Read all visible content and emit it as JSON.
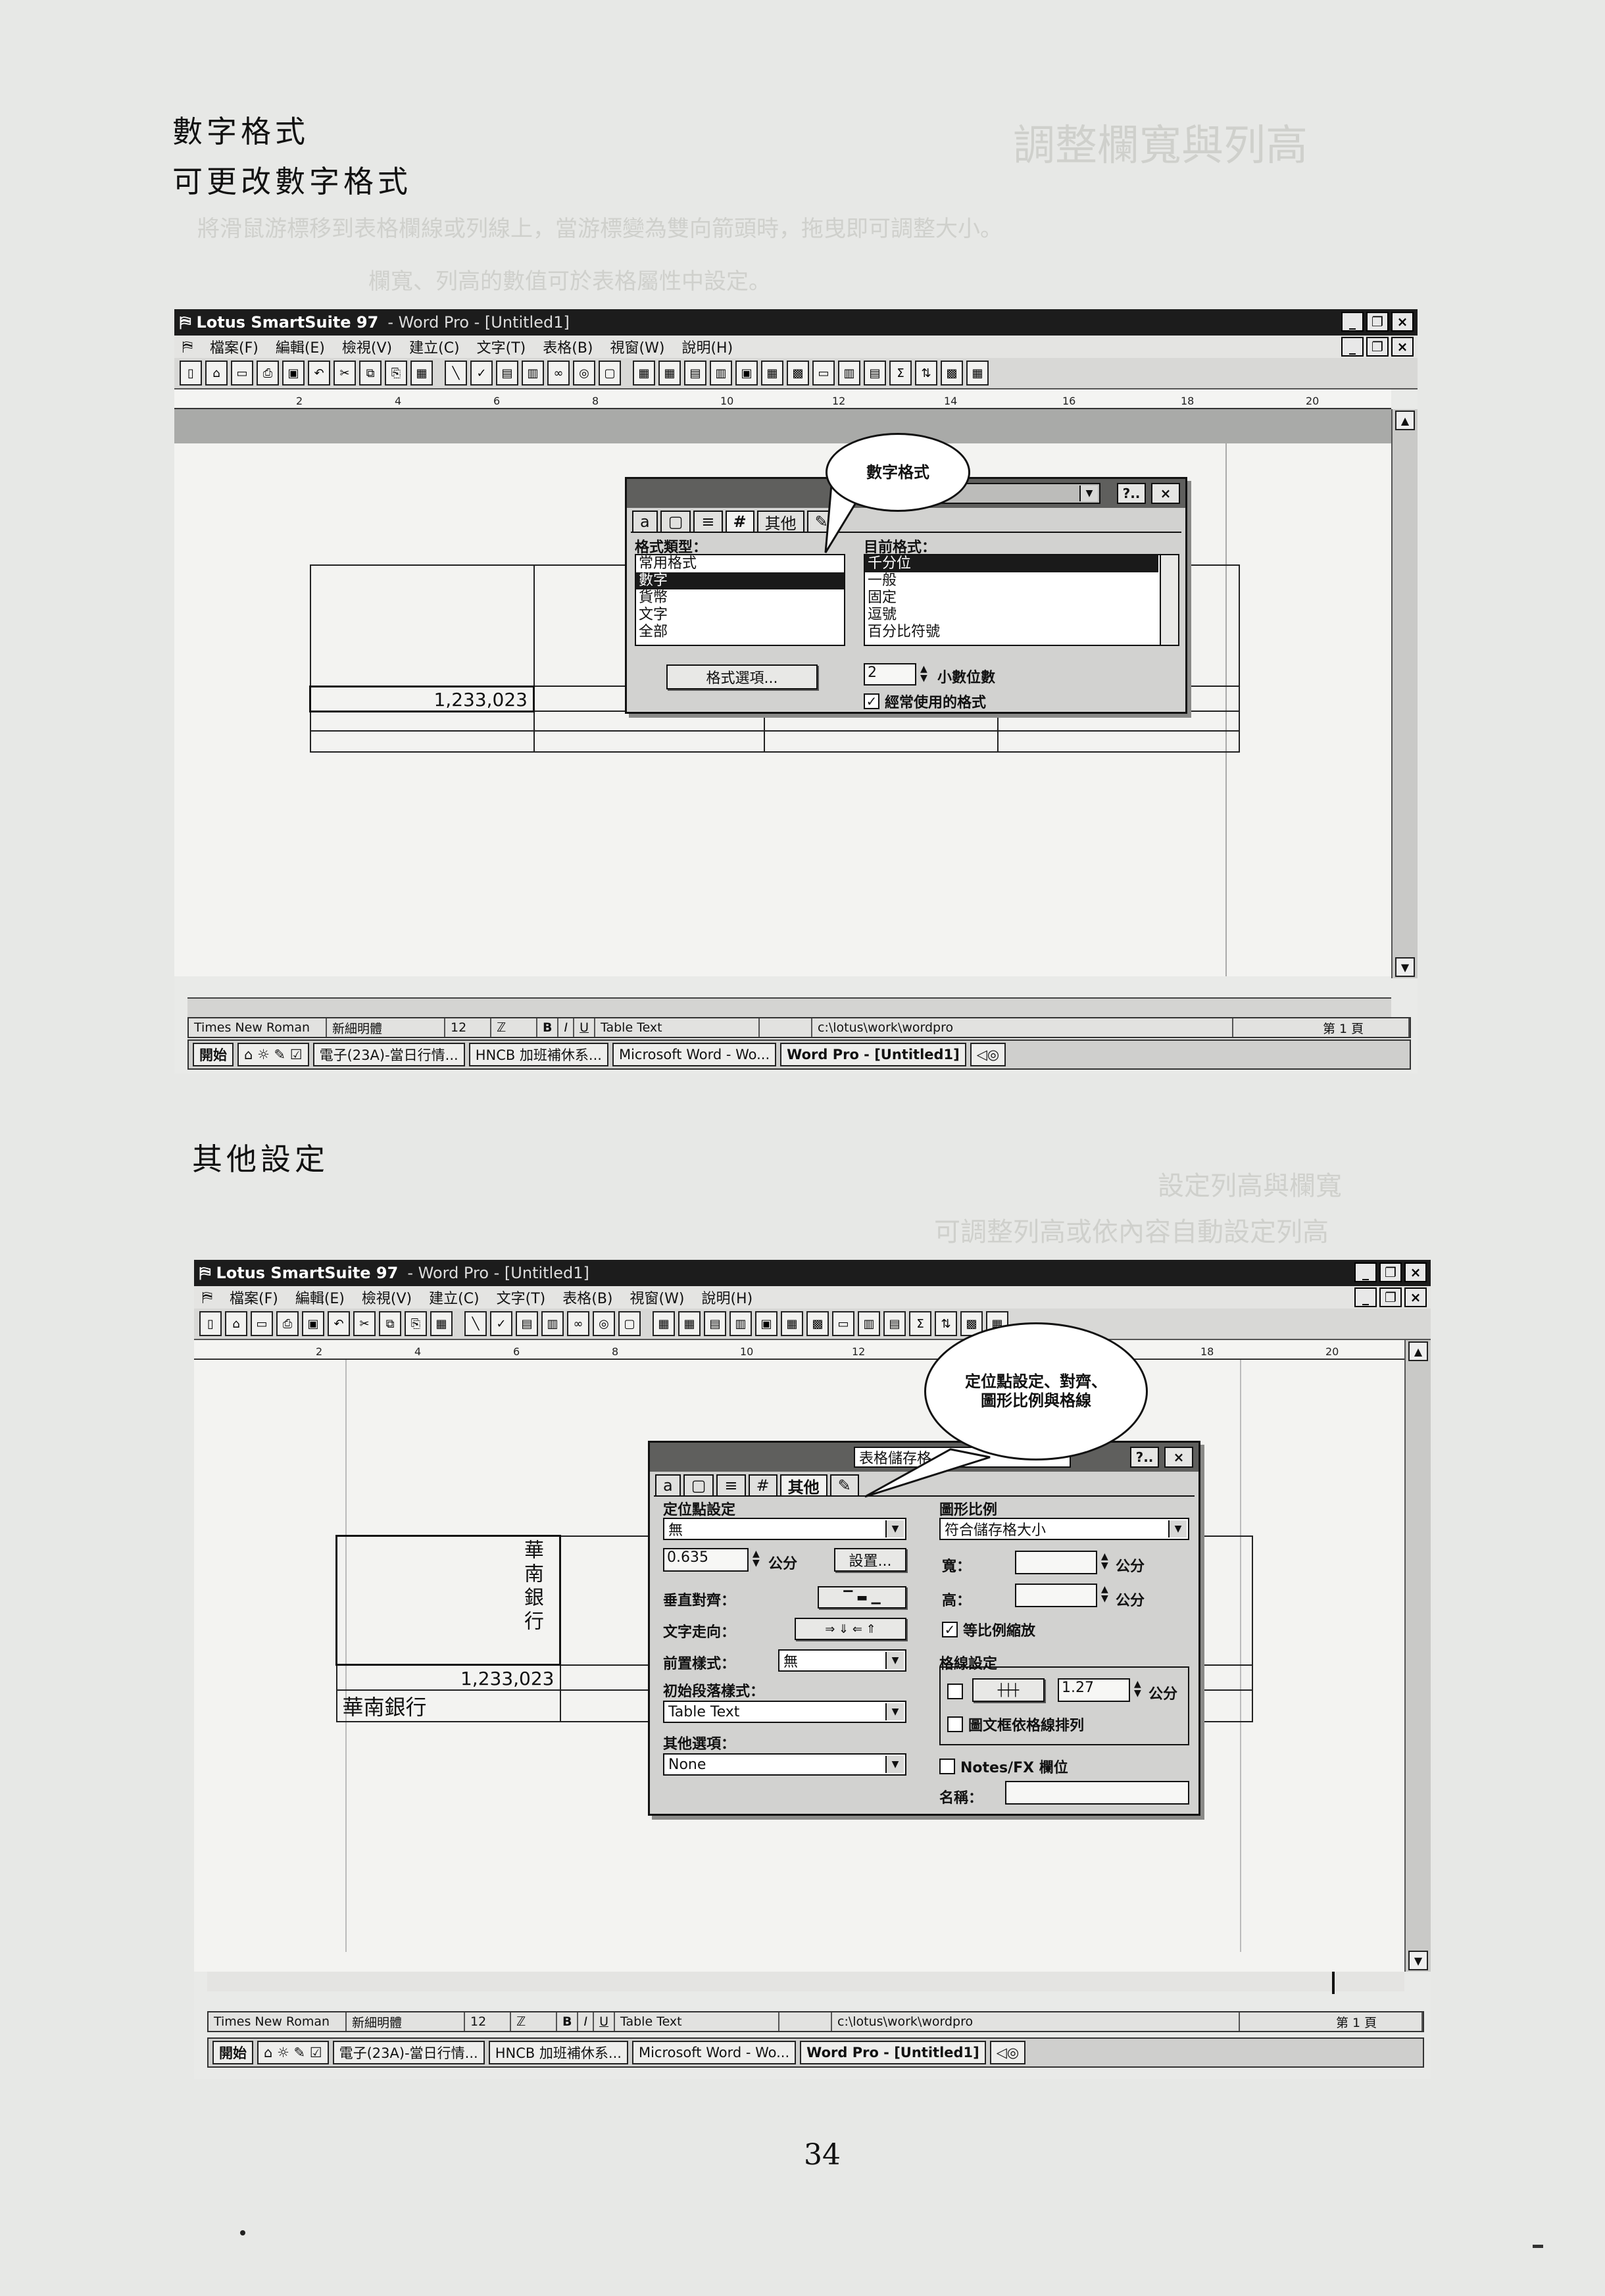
{
  "headings": {
    "number_format_title": "數字格式",
    "number_format_desc": "可更改數字格式",
    "other_settings_title": "其他設定"
  },
  "page_number": "34",
  "app": {
    "title": "Lotus SmartSuite 97",
    "doc_title": "- Word Pro - [Untitled1]",
    "menus": [
      "檔案(F)",
      "編輯(E)",
      "檢視(V)",
      "建立(C)",
      "文字(T)",
      "表格(B)",
      "視窗(W)",
      "說明(H)"
    ],
    "window_buttons": [
      "_",
      "❐",
      "×"
    ],
    "ruler_numbers": [
      "2",
      "4",
      "6",
      "8",
      "10",
      "12",
      "14",
      "16",
      "18",
      "20"
    ]
  },
  "status": {
    "font": "Times New Roman",
    "cjk_font": "新細明體",
    "size": "12",
    "style": "Table Text",
    "path": "c:\\lotus\\work\\wordpro",
    "page": "第 1 頁"
  },
  "taskbar": {
    "start": "開始",
    "tasks": [
      "電子(23A)-當日行情...",
      "HNCB 加班補休系...",
      "Microsoft Word - Wo...",
      "Word Pro - [Untitled1]"
    ]
  },
  "shot1": {
    "cell_value": "1,233,023",
    "callout": "數字格式",
    "dialog": {
      "tabs": [
        "#",
        "其他"
      ],
      "close": "×",
      "help": "?..",
      "format_type_label": "格式類型：",
      "format_types": [
        "常用格式",
        "數字",
        "貨幣",
        "文字",
        "全部"
      ],
      "selected_type": "數字",
      "current_format_label": "目前格式：",
      "current_formats": [
        "千分位",
        "一般",
        "固定",
        "逗號",
        "百分比符號"
      ],
      "selected_format": "千分位",
      "format_options_button": "格式選項...",
      "decimal_value": "2",
      "decimal_label": "小數位數",
      "common_format_check": "✓",
      "common_format_label": "經常使用的格式"
    }
  },
  "shot2": {
    "cell_vertical_text": "華南銀行",
    "cell_value": "1,233,023",
    "cell_text": "華南銀行",
    "callout_line1": "定位點設定、對齊、",
    "callout_line2": "圖形比例與格線",
    "dialog": {
      "title_field": "表格儲存格",
      "tabs": [
        "#",
        "其他"
      ],
      "close": "×",
      "help": "?..",
      "tab_stop_label": "定位點設定",
      "tab_stop_value": "無",
      "tab_pos_value": "0.635",
      "unit_cm": "公分",
      "set_button": "設置...",
      "vertical_align_label": "垂直對齊：",
      "text_direction_label": "文字走向：",
      "prev_style_label": "前置樣式：",
      "prev_style_value": "無",
      "initial_para_label": "初始段落樣式：",
      "initial_para_value": "Table Text",
      "other_options_label": "其他選項：",
      "other_options_value": "None",
      "graphic_scale_label": "圖形比例",
      "graphic_scale_value": "符合儲存格大小",
      "width_label": "寬：",
      "height_label": "高：",
      "proportional_check": "✓",
      "proportional_label": "等比例縮放",
      "grid_label": "格線設定",
      "grid_value": "1.27",
      "snap_label": "圖文框依格線排列",
      "notes_label": "Notes/FX 欄位",
      "name_label": "名稱："
    }
  }
}
